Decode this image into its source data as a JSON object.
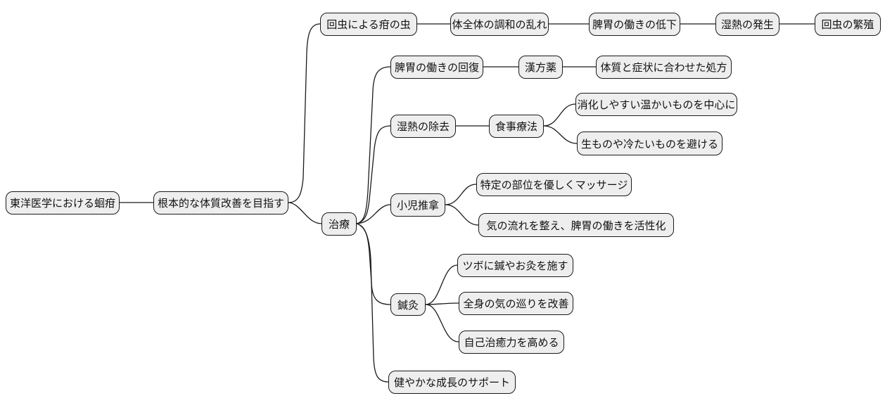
{
  "colors": {
    "background": "#ffffff",
    "node_fill": "#eeeeee",
    "node_border": "#1a1a1a",
    "edge": "#1a1a1a",
    "text": "#111111"
  },
  "mindmap": {
    "label": "東洋医学における蛔疳",
    "children": [
      {
        "label": "根本的な体質改善を目指す",
        "children": [
          {
            "label": "回虫による疳の虫",
            "children": [
              {
                "label": "体全体の調和の乱れ",
                "children": [
                  {
                    "label": "脾胃の働きの低下",
                    "children": [
                      {
                        "label": "湿熱の発生",
                        "children": [
                          {
                            "label": "回虫の繁殖",
                            "children": []
                          }
                        ]
                      }
                    ]
                  }
                ]
              }
            ]
          },
          {
            "label": "治療",
            "children": [
              {
                "label": "脾胃の働きの回復",
                "children": [
                  {
                    "label": "漢方薬",
                    "children": [
                      {
                        "label": "体質と症状に合わせた処方",
                        "children": []
                      }
                    ]
                  }
                ]
              },
              {
                "label": "湿熱の除去",
                "children": [
                  {
                    "label": "食事療法",
                    "children": [
                      {
                        "label": "消化しやすい温かいものを中心に",
                        "children": []
                      },
                      {
                        "label": "生ものや冷たいものを避ける",
                        "children": []
                      }
                    ]
                  }
                ]
              },
              {
                "label": "小児推拿",
                "children": [
                  {
                    "label": "特定の部位を優しくマッサージ",
                    "children": []
                  },
                  {
                    "label": "気の流れを整え、脾胃の働きを活性化",
                    "children": []
                  }
                ]
              },
              {
                "label": "鍼灸",
                "children": [
                  {
                    "label": "ツボに鍼やお灸を施す",
                    "children": []
                  },
                  {
                    "label": "全身の気の巡りを改善",
                    "children": []
                  },
                  {
                    "label": "自己治癒力を高める",
                    "children": []
                  }
                ]
              },
              {
                "label": "健やかな成長のサポート",
                "children": []
              }
            ]
          }
        ]
      }
    ]
  }
}
